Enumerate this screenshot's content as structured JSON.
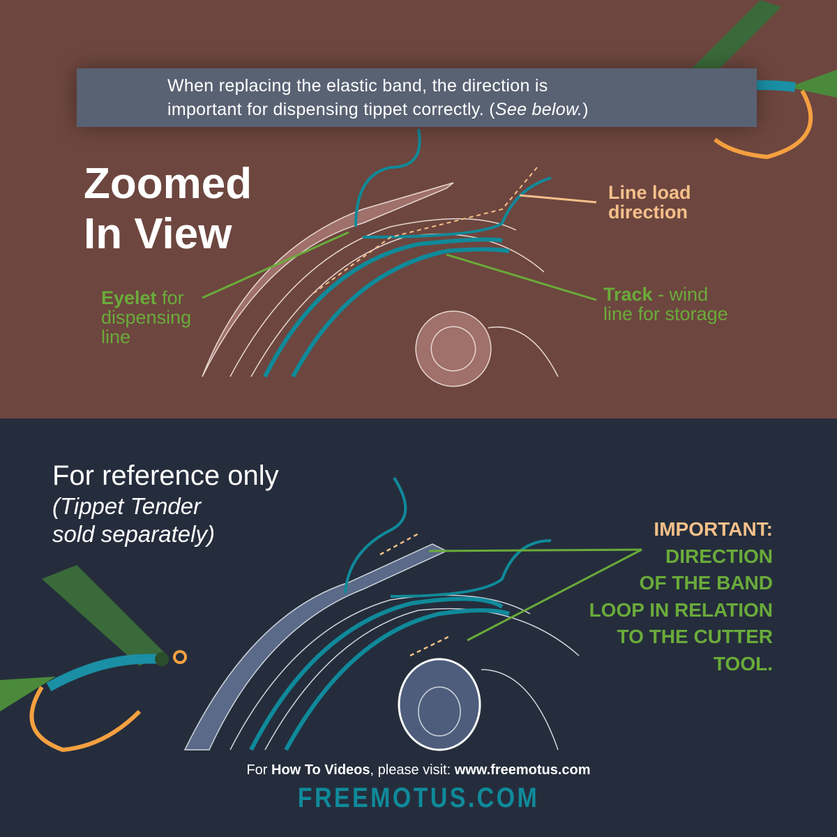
{
  "banner": {
    "line1": "When replacing the elastic band, the direction is",
    "line2": "important for dispensing tippet correctly. (",
    "see_below": "See below.",
    "line2_end": ")"
  },
  "zoomed": {
    "title_line1": "Zoomed",
    "title_line2": "In View"
  },
  "labels": {
    "line_load_1": "Line load",
    "line_load_2": "direction",
    "eyelet_bold": "Eyelet",
    "eyelet_rest": " for",
    "eyelet_2": "dispensing",
    "eyelet_3": "line",
    "track_bold": "Track",
    "track_rest": " - wind",
    "track_2": "line for storage"
  },
  "reference": {
    "title": "For reference only",
    "sub1": "(Tippet Tender",
    "sub2": "sold separately)"
  },
  "important": {
    "heading": "IMPORTANT:",
    "lines": [
      "DIRECTION",
      "OF THE BAND",
      "LOOP IN RELATION",
      "TO THE CUTTER",
      "TOOL."
    ]
  },
  "footer": {
    "prefix": "For ",
    "bold1": "How To Videos",
    "middle": ", please visit: ",
    "url": "www.freemotus.com",
    "brand": "FREEMOTUS.COM"
  },
  "colors": {
    "top_bg": "#6d463f",
    "bottom_bg": "#252d3c",
    "accent_green": "#6aab3a",
    "accent_orange": "#f5c08a",
    "teal": "#0f8a9a"
  }
}
